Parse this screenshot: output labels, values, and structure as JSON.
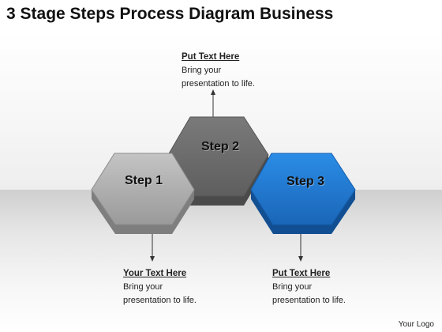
{
  "title": "3 Stage Steps Process Diagram Business",
  "steps": [
    {
      "label": "Step 1",
      "color": "#a9a9a9"
    },
    {
      "label": "Step 2",
      "color": "#6e6e6e"
    },
    {
      "label": "Step 3",
      "color": "#1f7ad1"
    }
  ],
  "callouts": {
    "top": {
      "heading": "Put Text Here",
      "line1": "Bring your",
      "line2": "presentation to life."
    },
    "left": {
      "heading": "Your Text Here",
      "line1": "Bring your",
      "line2": "presentation to life."
    },
    "right": {
      "heading": "Put Text Here",
      "line1": "Bring your",
      "line2": "presentation to life."
    }
  },
  "logo": "Your Logo"
}
